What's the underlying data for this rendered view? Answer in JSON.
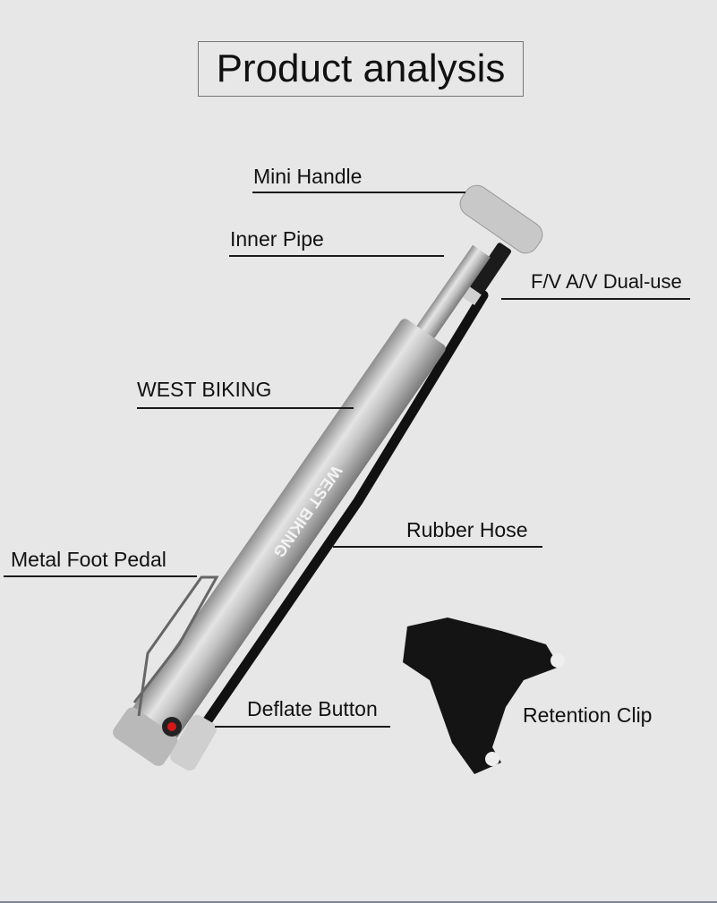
{
  "title": "Product analysis",
  "labels": {
    "mini_handle": "Mini Handle",
    "inner_pipe": "Inner Pipe",
    "valve": "F/V A/V Dual-use",
    "brand": "WEST BIKING",
    "rubber_hose": "Rubber Hose",
    "foot_pedal": "Metal Foot Pedal",
    "deflate_button": "Deflate Button",
    "retention_clip": "Retention Clip"
  },
  "barrel_print": "WEST BIKING"
}
